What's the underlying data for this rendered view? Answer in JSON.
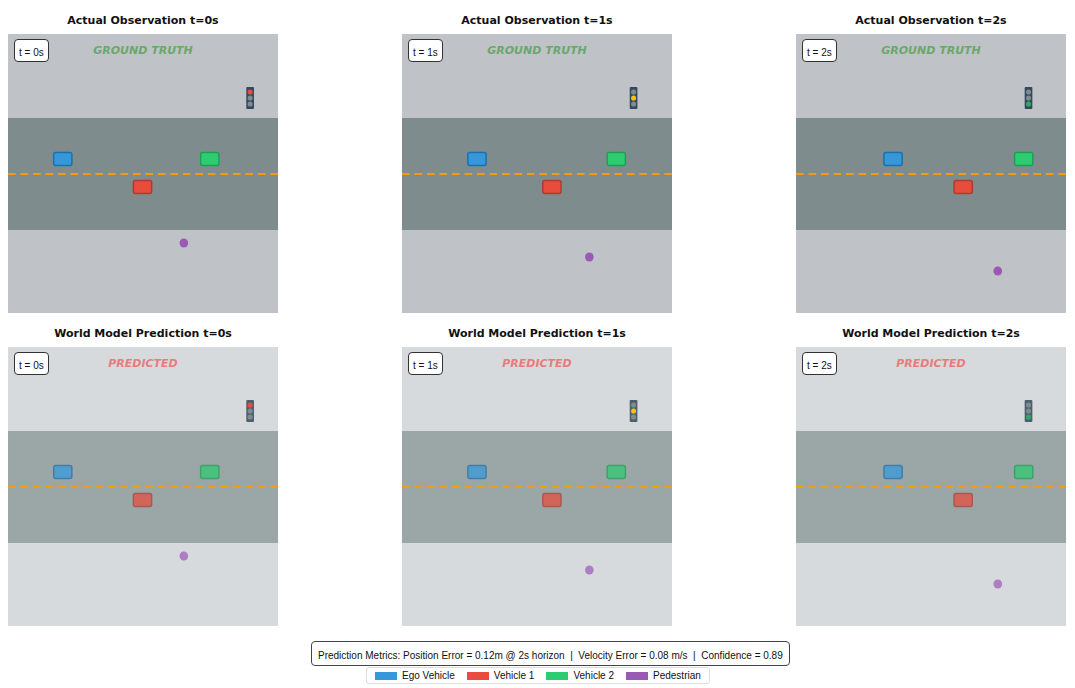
{
  "diagram": {
    "nodes": [
      {
        "text": [
          "Actual Observation t=0s",
          "GROUND TRUTH"
        ]
      },
      {
        "text": [
          "t = 0s"
        ],
        "in": 0
      },
      {
        "text": [
          "Actual Observation t=1s",
          "GROUND TRUTH"
        ]
      },
      {
        "text": [
          "t = 1s"
        ],
        "in": 2
      },
      {
        "text": [
          "Actual Observation t=2s",
          "GROUND TRUTH"
        ]
      },
      {
        "text": [
          "t = 2s"
        ],
        "in": 4
      },
      {
        "text": [
          "World Model Prediction t=0s",
          "PREDICTED"
        ]
      },
      {
        "text": [
          "t = 0s"
        ],
        "in": 6
      },
      {
        "text": [
          "World Model Prediction t=1s",
          "PREDICTED"
        ]
      },
      {
        "text": [
          "t = 1s"
        ],
        "in": 8
      },
      {
        "text": [
          "World Model Prediction t=2s",
          "PREDICTED"
        ]
      },
      {
        "text": [
          "t = 2s"
        ],
        "in": 10
      },
      {
        "text": [
          "Prediction Metrics: Position Error = 0.12m @ 2s horizon  |  Velocity Error = 0.08 m/s  |  Confidence = 0.89"
        ]
      }
    ],
    "legend": [
      {
        "text": "Ego Vehicle",
        "color": "#3498db"
      },
      {
        "text": "Vehicle 1",
        "color": "#e74c3c"
      },
      {
        "text": "Vehicle 2",
        "color": "#2ecc71"
      },
      {
        "text": "Pedestrian",
        "color": "#9b59b6"
      }
    ]
  }
}
